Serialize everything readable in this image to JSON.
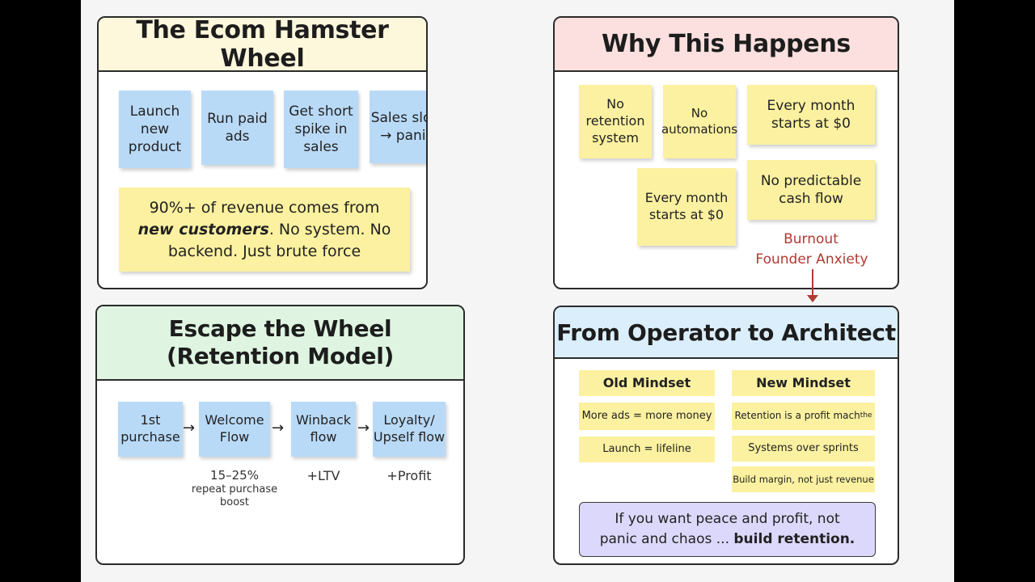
{
  "panel1": {
    "title": "The Ecom Hamster Wheel",
    "notes": [
      "Launch new product",
      "Run paid ads",
      "Get short spike in sales",
      "Sales slow → panic"
    ],
    "summary_part1": "90%+ of revenue comes from ",
    "summary_emph": "new customers",
    "summary_part2": ". No system. No backend. Just brute force"
  },
  "panel2": {
    "title": "Why This Happens",
    "notes": [
      "No retention system",
      "No automations",
      "Every month starts at $0",
      "Every month starts at $0",
      "No predictable cash flow"
    ],
    "burnout": "Burnout",
    "anxiety": "Founder Anxiety"
  },
  "panel3": {
    "title_line1": "Escape the Wheel",
    "title_line2": "(Retention Model)",
    "steps": [
      "1st purchase",
      "Welcome Flow",
      "Winback flow",
      "Loyalty/ Upself flow"
    ],
    "arrow": "→",
    "caption_welcome_line1": "15–25%",
    "caption_welcome_line2": "repeat purchase",
    "caption_welcome_line3": "boost",
    "caption_winback": "+LTV",
    "caption_loyalty": "+Profit"
  },
  "panel4": {
    "title": "From Operator to Architect",
    "old_header": "Old Mindset",
    "new_header": "New Mindset",
    "old_items": [
      "More ads = more money",
      "Launch = lifeline"
    ],
    "new_item1_main": "Retention is a profit mach",
    "new_item1_sub": "the",
    "new_items_rest": [
      "Systems over sprints",
      "Build margin, not just revenue"
    ],
    "callout_line1": "If you want peace and profit, not",
    "callout_line2_normal": "panic and chaos ... ",
    "callout_line2_bold": "build retention."
  },
  "colors": {
    "head_yellow": "#fdf7dc",
    "head_pink": "#fbe0df",
    "head_green": "#dff5e2",
    "head_blue": "#dbeefc",
    "sticky_blue": "#b9daf7",
    "sticky_yellow": "#fbf1a0",
    "callout_purple": "#dcd8fb",
    "accent_red": "#b03a32"
  }
}
